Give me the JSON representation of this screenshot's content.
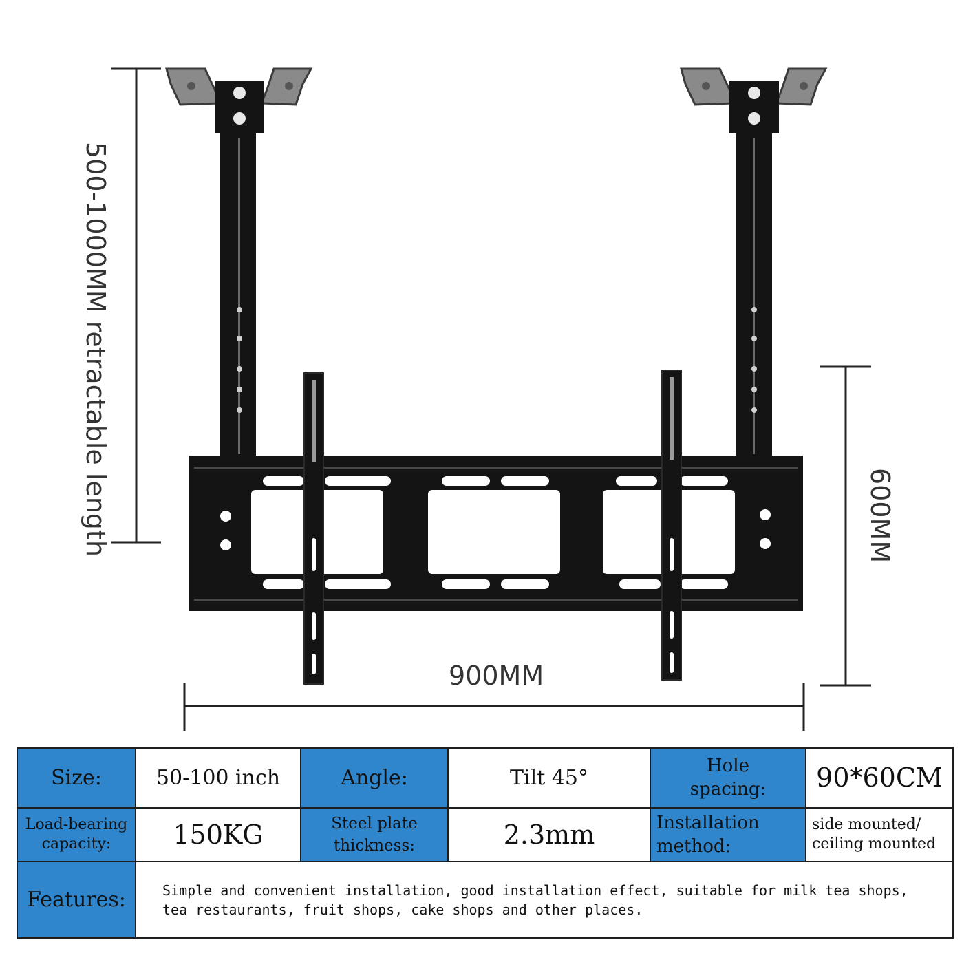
{
  "dimensions": {
    "height_label": "500-1000MM retractable length",
    "plate_height_label": "600MM",
    "width_label": "900MM"
  },
  "specs": {
    "size_label": "Size:",
    "size_value": "50-100 inch",
    "angle_label": "Angle:",
    "angle_value": "Tilt 45°",
    "hole_label_line1": "Hole",
    "hole_label_line2": "spacing:",
    "hole_value": "90*60CM",
    "load_label_line1": "Load-bearing",
    "load_label_line2": "capacity:",
    "load_value": "150KG",
    "steel_label_line1": "Steel plate",
    "steel_label_line2": "thickness:",
    "steel_value": "2.3mm",
    "install_label_line1": "Installation",
    "install_label_line2": "method:",
    "install_value_line1": "side mounted/",
    "install_value_line2": "ceiling mounted",
    "features_label": "Features:",
    "features_line1": "Simple and convenient installation, good installation effect, suitable for milk tea shops,",
    "features_line2": "tea restaurants, fruit shops, cake shops and other places."
  },
  "colors": {
    "header_blue": "#2f86cc",
    "metal_black": "#141414"
  }
}
